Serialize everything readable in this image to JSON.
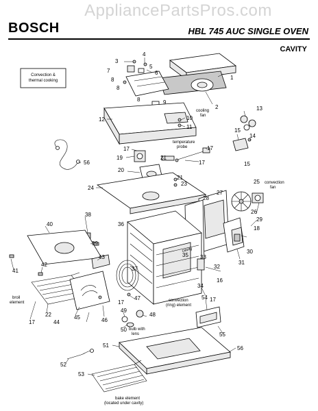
{
  "header": {
    "watermark": "AppliancePartsPros.com",
    "brand": "BOSCH",
    "model": "HBL 745 AUC SINGLE OVEN",
    "section": "CAVITY"
  },
  "labels": {
    "convection_thermal": [
      "Convection &",
      "thermal cooking"
    ],
    "cooling_fan": [
      "cooling",
      "fan"
    ],
    "temperature_probe": [
      "temperature",
      "probe"
    ],
    "convection_fan": [
      "convection",
      "fan"
    ],
    "broil_element": [
      "broil",
      "element"
    ],
    "convection_ring": [
      "convection",
      "(ring) element"
    ],
    "bulb_with_lens": [
      "bulb with",
      "lens"
    ],
    "bake_element": [
      "bake element",
      "(located under cavity)"
    ]
  },
  "part_numbers": [
    "1",
    "2",
    "3",
    "4",
    "5",
    "6",
    "7",
    "8",
    "8",
    "8",
    "9",
    "10",
    "11",
    "12",
    "13",
    "14",
    "15",
    "15",
    "16",
    "17",
    "17",
    "17",
    "17",
    "17",
    "17",
    "18",
    "19",
    "20",
    "21",
    "21",
    "22",
    "23",
    "24",
    "25",
    "26",
    "27",
    "28",
    "29",
    "30",
    "31",
    "32",
    "33",
    "34",
    "35",
    "36",
    "37",
    "38",
    "39",
    "40",
    "41",
    "42",
    "43",
    "44",
    "45",
    "46",
    "47",
    "48",
    "49",
    "50",
    "51",
    "52",
    "53",
    "54",
    "55",
    "56"
  ]
}
